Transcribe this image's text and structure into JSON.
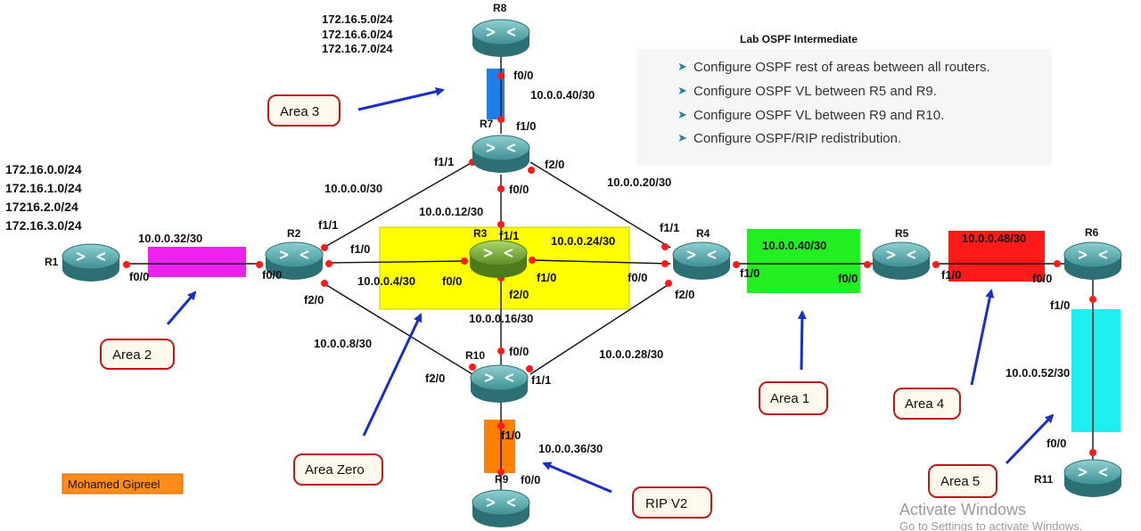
{
  "title": "Lab OSPF Intermediate",
  "tasks": [
    "Configure OSPF rest of areas between all routers.",
    "Configure OSPF VL between R5 and R9.",
    "Configure OSPF VL between R9 and R10.",
    "Configure OSPF/RIP redistribution."
  ],
  "r8_networks": [
    "172.16.5.0/24",
    "172.16.6.0/24",
    "172.16.7.0/24"
  ],
  "r1_networks": [
    "172.16.0.0/24",
    "172.16.1.0/24",
    "17216.2.0/24",
    "172.16.3.0/24"
  ],
  "routers": {
    "r1": "R1",
    "r2": "R2",
    "r3": "R3",
    "r4": "R4",
    "r5": "R5",
    "r6": "R6",
    "r7": "R7",
    "r8": "R8",
    "r9": "R9",
    "r10": "R10",
    "r11": "R11"
  },
  "subnets": {
    "r7_r8": "10.0.0.40/30",
    "r2_r7": "10.0.0.0/30",
    "r3_r7": "10.0.0.12/30",
    "r7_r4": "10.0.0.20/30",
    "r3_r4": "10.0.0.24/30",
    "r1_r2": "10.0.0.32/30",
    "r2_r3": "10.0.0.4/30",
    "r2_r10": "10.0.0.8/30",
    "r3_r10": "10.0.0.16/30",
    "r4_r10": "10.0.0.28/30",
    "r4_r5": "10.0.0.40/30",
    "r5_r6": "10.0.0.48/30",
    "r6_r11": "10.0.0.52/30",
    "r10_r9": "10.0.0.36/30"
  },
  "interfaces": {
    "r8_f0_0": "f0/0",
    "r7_f1_0": "f1/0",
    "r7_f1_1": "f1/1",
    "r7_f2_0": "f2/0",
    "r7_f0_0": "f0/0",
    "r2_f1_1": "f1/1",
    "r2_f1_0": "f1/0",
    "r2_f0_0": "f0/0",
    "r2_f2_0": "f2/0",
    "r1_f0_0": "f0/0",
    "r3_f1_1": "f1/1",
    "r3_f0_0": "f0/0",
    "r3_f1_0": "f1/0",
    "r3_f2_0": "f2/0",
    "r4_f1_1": "f1/1",
    "r4_f0_0": "f0/0",
    "r4_f2_0": "f2/0",
    "r4_f1_0": "f1/0",
    "r5_f0_0": "f0/0",
    "r5_f1_0": "f1/0",
    "r6_f0_0": "f0/0",
    "r6_f1_0": "f1/0",
    "r10_f0_0": "f0/0",
    "r10_f2_0": "f2/0",
    "r10_f1_1": "f1/1",
    "r10_f1_0": "f1/0",
    "r9_f0_0": "f0/0",
    "r11_f0_0": "f0/0"
  },
  "areas": {
    "area3": "Area 3",
    "area2": "Area 2",
    "area_zero": "Area Zero",
    "area1": "Area 1",
    "area4": "Area 4",
    "area5": "Area 5",
    "rip": "RIP V2"
  },
  "author": "Mohamed Gipreel",
  "watermark": {
    "line1": "Activate Windows",
    "line2": "Go to Settings to activate Windows."
  },
  "colors": {
    "area0": "#ffff00",
    "area1": "#22ee22",
    "area2": "#ee22ee",
    "area3": "#1e7fe6",
    "area4": "#ff1a1a",
    "area5": "#1ef0f0",
    "rip": "#ff8000",
    "author_box": "#ff8c1a",
    "router_body": "#3f8f94",
    "router_r3": "#6a9a2a",
    "arrow": "#1a2fc8",
    "port": "#ff1a1a"
  }
}
